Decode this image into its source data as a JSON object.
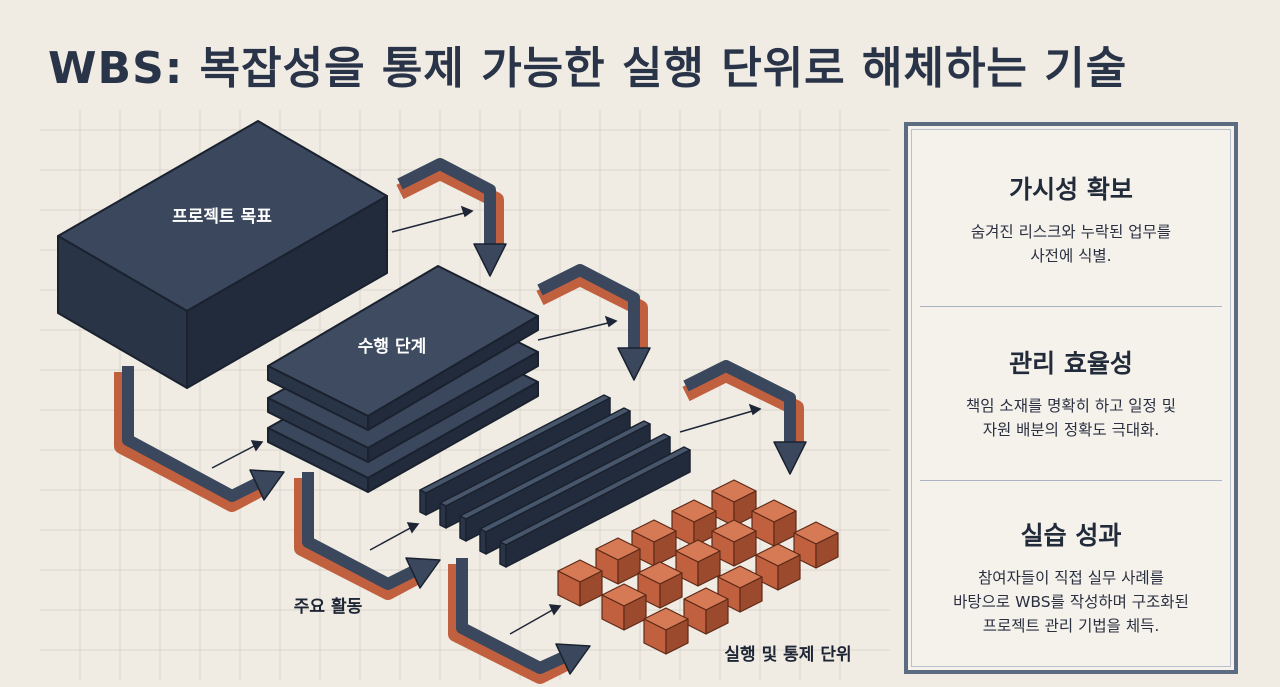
{
  "title": "WBS: 복잡성을 통제 가능한 실행 단위로 해체하는 기술",
  "diagram": {
    "levels": [
      {
        "label": "프로젝트 목표"
      },
      {
        "label": "수행 단계"
      },
      {
        "label": "주요 활동"
      },
      {
        "label": "실행 및 통제 단위"
      }
    ]
  },
  "colors": {
    "navy": "#2e3a4e",
    "navy_dark": "#1f2838",
    "navy_light": "#48566c",
    "brick": "#c0603e",
    "brick_dark": "#8e4128",
    "brick_light": "#d67a55",
    "panel_border": "#5a6b82",
    "background": "#f0ece4"
  },
  "panel": {
    "sections": [
      {
        "heading": "가시성 확보",
        "body": "숨겨진 리스크와 누락된 업무를\n사전에 식별."
      },
      {
        "heading": "관리 효율성",
        "body": "책임 소재를 명확히 하고 일정 및\n자원 배분의 정확도 극대화."
      },
      {
        "heading": "실습 성과",
        "body": "참여자들이 직접 실무 사례를\n바탕으로 WBS를 작성하며 구조화된\n프로젝트 관리 기법을 체득."
      }
    ]
  }
}
